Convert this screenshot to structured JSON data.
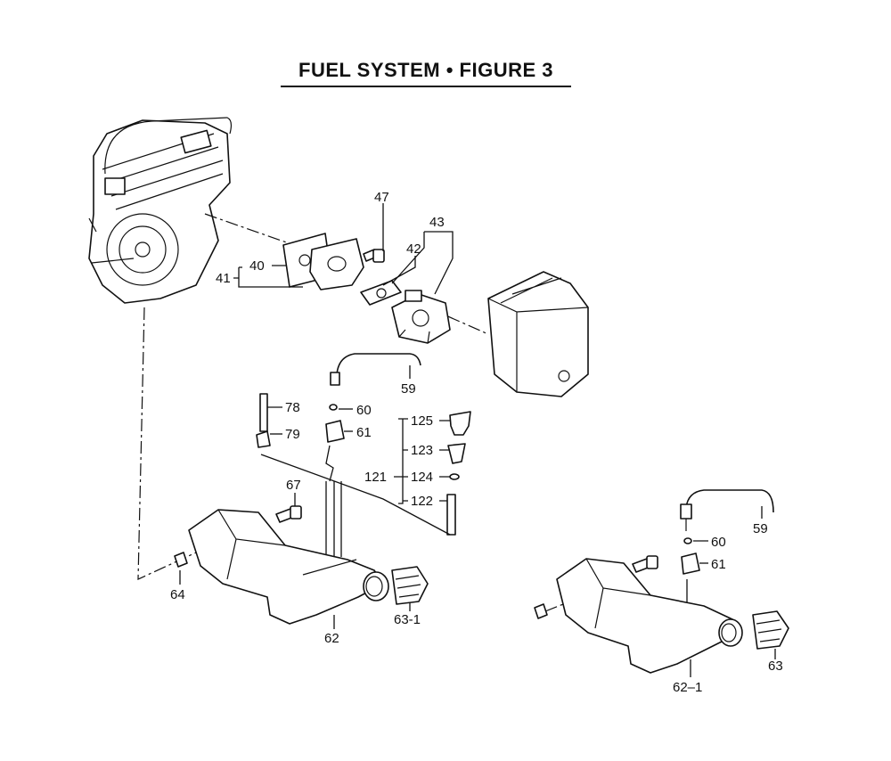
{
  "title": "FUEL SYSTEM  •  FIGURE 3",
  "labels": {
    "p47": "47",
    "p43": "43",
    "p42": "42",
    "p40": "40",
    "p41": "41",
    "p59a": "59",
    "p78": "78",
    "p79": "79",
    "p60a": "60",
    "p61a": "61",
    "p125": "125",
    "p123": "123",
    "p121": "121",
    "p124": "124",
    "p122": "122",
    "p67": "67",
    "p64": "64",
    "p62": "62",
    "p631": "63-1",
    "p59b": "59",
    "p60b": "60",
    "p61b": "61",
    "p621": "62–1",
    "p63": "63"
  }
}
